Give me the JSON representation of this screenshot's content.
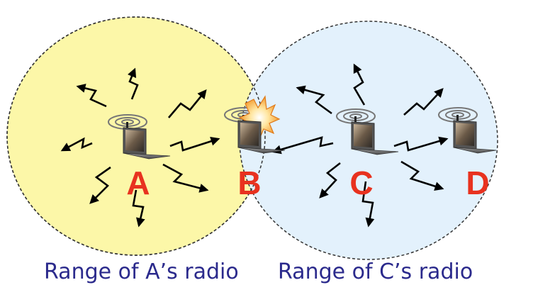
{
  "nodes": [
    {
      "id": "A",
      "label": "A"
    },
    {
      "id": "B",
      "label": "B"
    },
    {
      "id": "C",
      "label": "C"
    },
    {
      "id": "D",
      "label": "D"
    }
  ],
  "ranges": [
    {
      "label": "Range of A’s radio",
      "fill": "#fcf7a8"
    },
    {
      "label": "Range of C’s radio",
      "fill": "#e3f1fc"
    }
  ],
  "colors": {
    "node_label": "#e8321f",
    "range_label": "#2b2a8c",
    "arrow": "#000000",
    "circle_border": "#333333"
  },
  "icons": [
    "laptop-icon",
    "wireless-signal-icon",
    "radio-signal-arrow-icon",
    "collision-burst-icon"
  ]
}
